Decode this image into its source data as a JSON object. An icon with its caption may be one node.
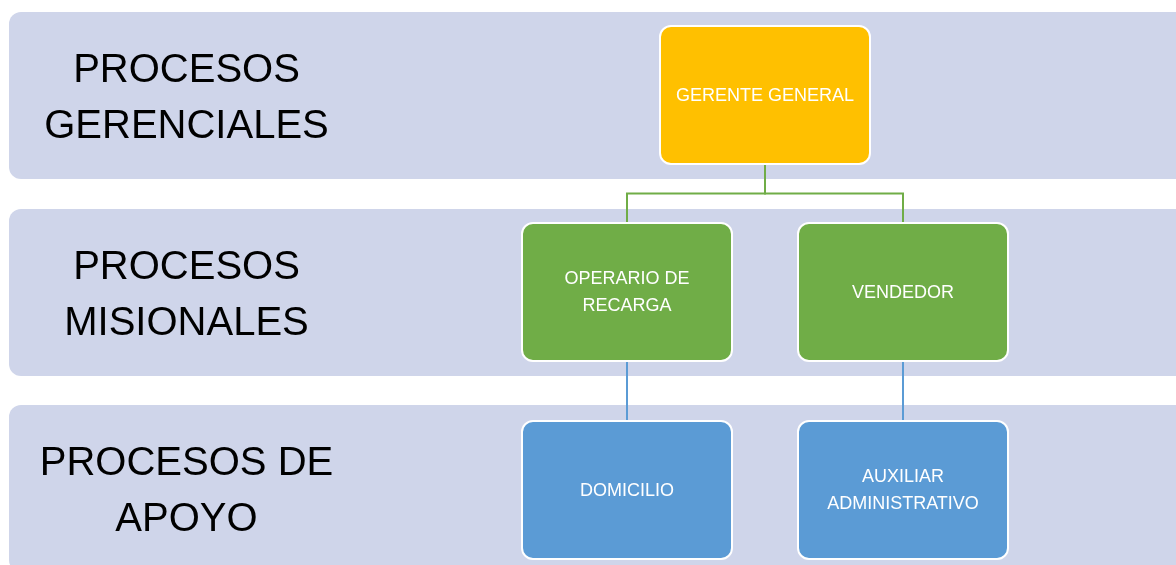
{
  "diagram": {
    "nodes": [
      {
        "text": [
          "PROCESOS GERENCIALES"
        ]
      },
      {
        "text": [
          "GERENTE GENERAL"
        ],
        "in": 0
      },
      {
        "text": [
          "PROCESOS MISIONALES"
        ]
      },
      {
        "text": [
          "OPERARIO DE RECARGA"
        ],
        "in": 2
      },
      {
        "text": [
          "VENDEDOR"
        ],
        "in": 2
      },
      {
        "text": [
          "PROCESOS DE APOYO"
        ]
      },
      {
        "text": [
          "DOMICILIO"
        ],
        "in": 5
      },
      {
        "text": [
          "AUXILIAR ADMINISTRATIVO"
        ],
        "in": 5
      }
    ],
    "edges": [
      {
        "from": 1,
        "to": 3,
        "arrow": "none",
        "color": "#70ad47"
      },
      {
        "from": 1,
        "to": 4,
        "arrow": "none",
        "color": "#70ad47"
      },
      {
        "from": 3,
        "to": 6,
        "arrow": "none",
        "color": "#5b9bd5"
      },
      {
        "from": 4,
        "to": 7,
        "arrow": "none",
        "color": "#5b9bd5"
      }
    ]
  }
}
